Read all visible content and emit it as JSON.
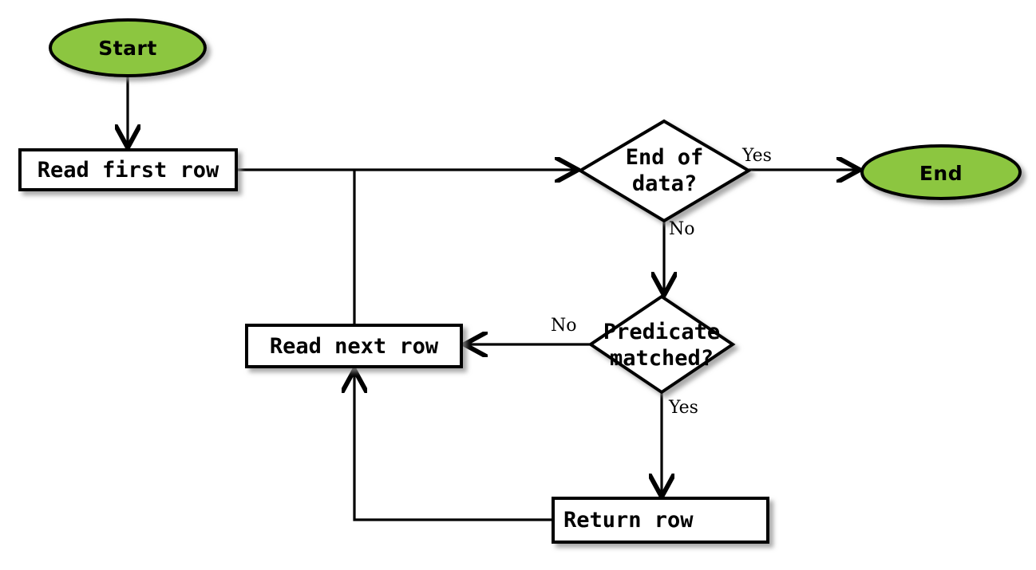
{
  "diagram": {
    "title": "Row scan flowchart",
    "background": "#ffffff",
    "stroke_color": "#000000",
    "terminator_fill": "#8CC63F",
    "process_fill": "#ffffff",
    "decision_fill": "#ffffff",
    "shadow_color": "#9a9a9a"
  },
  "nodes": {
    "start": {
      "label": "Start",
      "shape": "ellipse",
      "fill": "#8CC63F"
    },
    "read_first_row": {
      "label": "Read first row",
      "shape": "rectangle",
      "fill": "#ffffff"
    },
    "end_of_data": {
      "label": "End of\ndata?",
      "line1": "End of",
      "line2": "data?",
      "shape": "diamond",
      "fill": "#ffffff"
    },
    "end": {
      "label": "End",
      "shape": "ellipse",
      "fill": "#8CC63F"
    },
    "predicate_matched": {
      "label": "Predicate\nmatched?",
      "line1": "Predicate",
      "line2": "matched?",
      "shape": "diamond",
      "fill": "#ffffff"
    },
    "read_next_row": {
      "label": "Read next row",
      "shape": "rectangle",
      "fill": "#ffffff"
    },
    "return_row": {
      "label": "Return row",
      "shape": "rectangle",
      "fill": "#ffffff"
    }
  },
  "edge_labels": {
    "end_of_data_yes": "Yes",
    "end_of_data_no": "No",
    "predicate_no": "No",
    "predicate_yes": "Yes"
  },
  "edges": [
    {
      "from": "start",
      "to": "read_first_row",
      "label": ""
    },
    {
      "from": "read_first_row",
      "to": "end_of_data",
      "label": ""
    },
    {
      "from": "end_of_data",
      "to": "end",
      "label": "Yes"
    },
    {
      "from": "end_of_data",
      "to": "predicate_matched",
      "label": "No"
    },
    {
      "from": "predicate_matched",
      "to": "read_next_row",
      "label": "No"
    },
    {
      "from": "predicate_matched",
      "to": "return_row",
      "label": "Yes"
    },
    {
      "from": "return_row",
      "to": "read_next_row",
      "label": ""
    },
    {
      "from": "read_next_row",
      "to": "end_of_data",
      "label": ""
    }
  ]
}
